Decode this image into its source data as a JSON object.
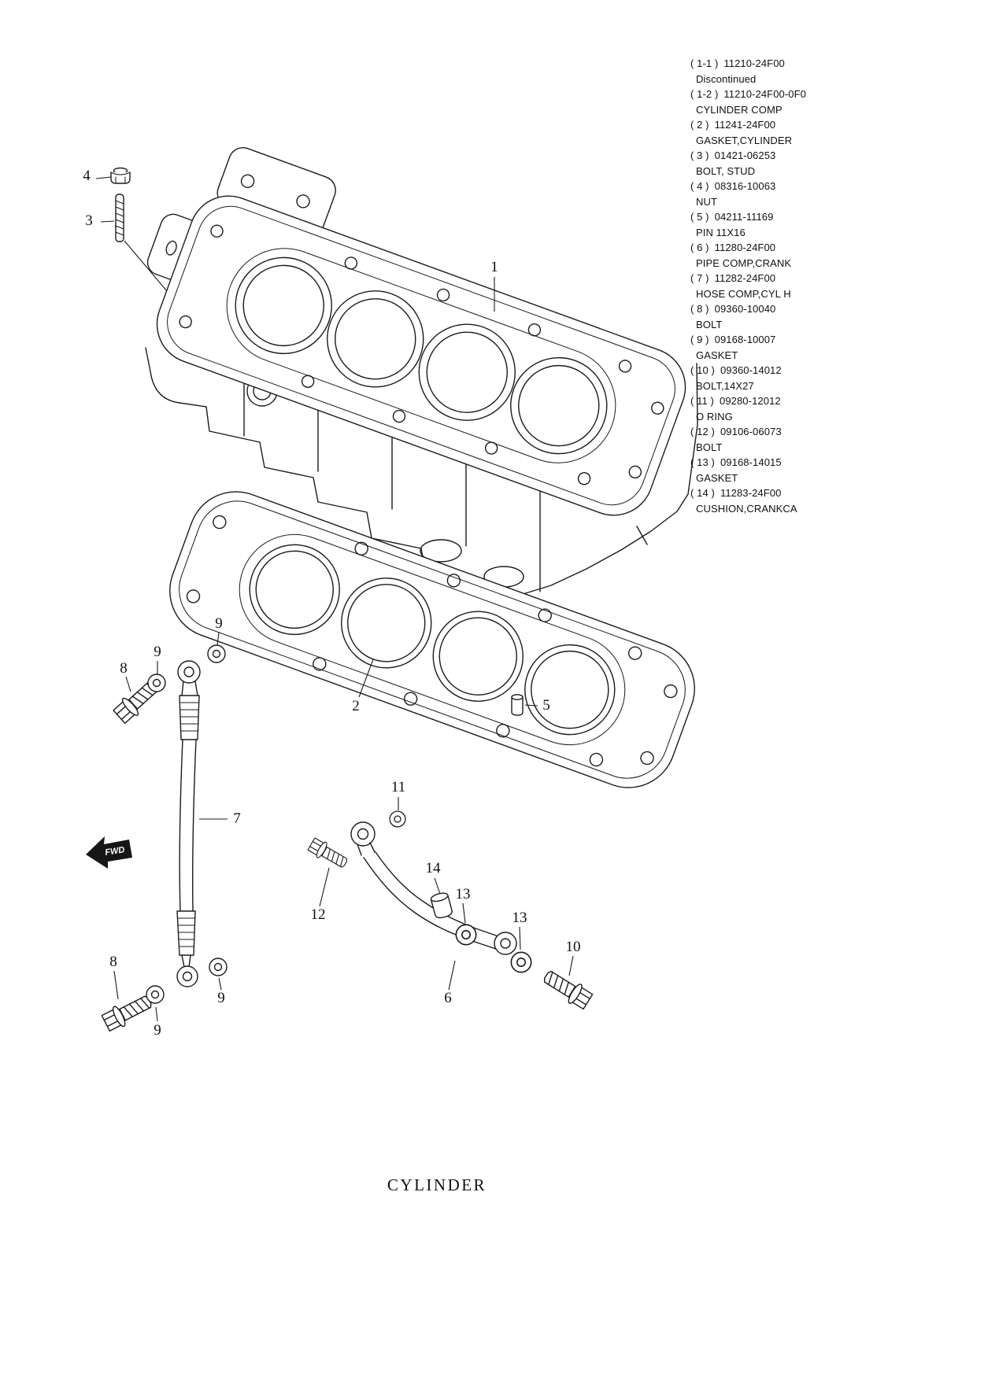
{
  "title": "CYLINDER",
  "fwd_label": "FWD",
  "parts": [
    {
      "label": "( 1-1 )",
      "number": "11210-24F00",
      "name": "Discontinued"
    },
    {
      "label": "( 1-2 )",
      "number": "11210-24F00-0F0",
      "name": "CYLINDER COMP"
    },
    {
      "label": "( 2 )",
      "number": "11241-24F00",
      "name": "GASKET,CYLINDER"
    },
    {
      "label": "( 3 )",
      "number": "01421-06253",
      "name": "BOLT, STUD"
    },
    {
      "label": "( 4 )",
      "number": "08316-10063",
      "name": "NUT"
    },
    {
      "label": "( 5 )",
      "number": "04211-11169",
      "name": "PIN 11X16"
    },
    {
      "label": "( 6 )",
      "number": "11280-24F00",
      "name": "PIPE COMP,CRANK"
    },
    {
      "label": "( 7 )",
      "number": "11282-24F00",
      "name": "HOSE COMP,CYL H"
    },
    {
      "label": "( 8 )",
      "number": "09360-10040",
      "name": "BOLT"
    },
    {
      "label": "( 9 )",
      "number": "09168-10007",
      "name": "GASKET"
    },
    {
      "label": "( 10 )",
      "number": "09360-14012",
      "name": "BOLT,14X27"
    },
    {
      "label": "( 11 )",
      "number": "09280-12012",
      "name": "O RING"
    },
    {
      "label": "( 12 )",
      "number": "09106-06073",
      "name": "BOLT"
    },
    {
      "label": "( 13 )",
      "number": "09168-14015",
      "name": "GASKET"
    },
    {
      "label": "( 14 )",
      "number": "11283-24F00",
      "name": "CUSHION,CRANKCA"
    }
  ],
  "callouts": [
    {
      "label": "4"
    },
    {
      "label": "3"
    },
    {
      "label": "1"
    },
    {
      "label": "2"
    },
    {
      "label": "5"
    },
    {
      "label": "9"
    },
    {
      "label": "9"
    },
    {
      "label": "8"
    },
    {
      "label": "7"
    },
    {
      "label": "11"
    },
    {
      "label": "12"
    },
    {
      "label": "14"
    },
    {
      "label": "13"
    },
    {
      "label": "13"
    },
    {
      "label": "6"
    },
    {
      "label": "10"
    },
    {
      "label": "8"
    },
    {
      "label": "9"
    },
    {
      "label": "9"
    }
  ]
}
